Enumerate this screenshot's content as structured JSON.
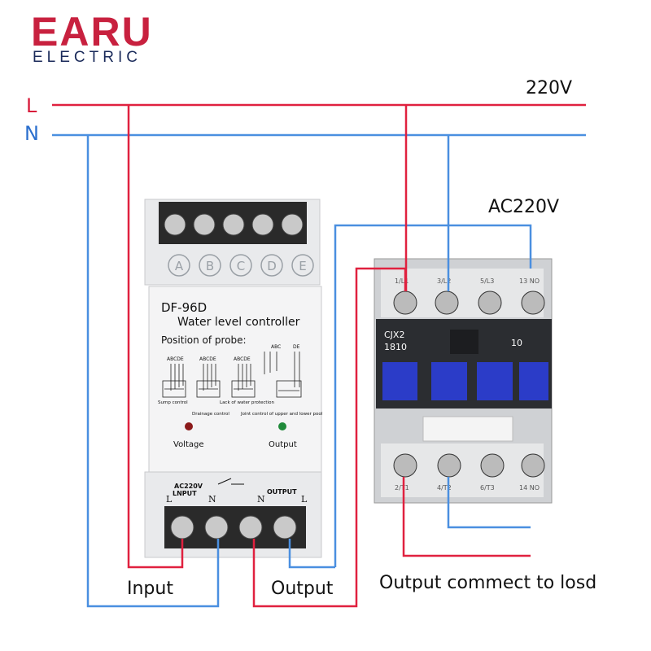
{
  "brand": {
    "name": "EARU",
    "subtitle": "ELECTRIC"
  },
  "lines": {
    "live": "L",
    "neutral": "N",
    "supply": "220V",
    "coil_supply": "AC220V"
  },
  "controller": {
    "terminals_top": [
      "A",
      "B",
      "C",
      "D",
      "E"
    ],
    "model": "DF-96D",
    "title": "Water level controller",
    "probe_heading": "Position of probe:",
    "probe_letters": [
      "ABCDE",
      "ABCDE",
      "ABCDE",
      "ABC",
      "DE"
    ],
    "captions": {
      "sump": "Sump control",
      "lack": "Lack of water protection",
      "drainage": "Drainage control",
      "joint": "Joint control of upper and lower pool"
    },
    "indicators": {
      "voltage": "Voltage",
      "output": "Output"
    },
    "colors": {
      "voltage_led": "#8b1a1a",
      "output_led": "#1f8a3a"
    },
    "bottom": {
      "input_label": "AC220V",
      "input_label2": "LNPUT",
      "output_label": "OUTPUT",
      "pins": [
        "L",
        "N",
        "N",
        "L"
      ]
    }
  },
  "contactor": {
    "model_line1": "CJX2",
    "model_line2": "1810",
    "rating": "10",
    "top_terminals": [
      "1/L1",
      "3/L2",
      "5/L3",
      "13 NO"
    ],
    "bottom_terminals": [
      "2/T1",
      "4/T2",
      "6/T3",
      "14 NO"
    ]
  },
  "labels": {
    "input": "Input",
    "output": "Output",
    "load": "Output commect to losd"
  },
  "colors": {
    "live_wire": "#e0213f",
    "neutral_wire": "#4a8fe0"
  }
}
